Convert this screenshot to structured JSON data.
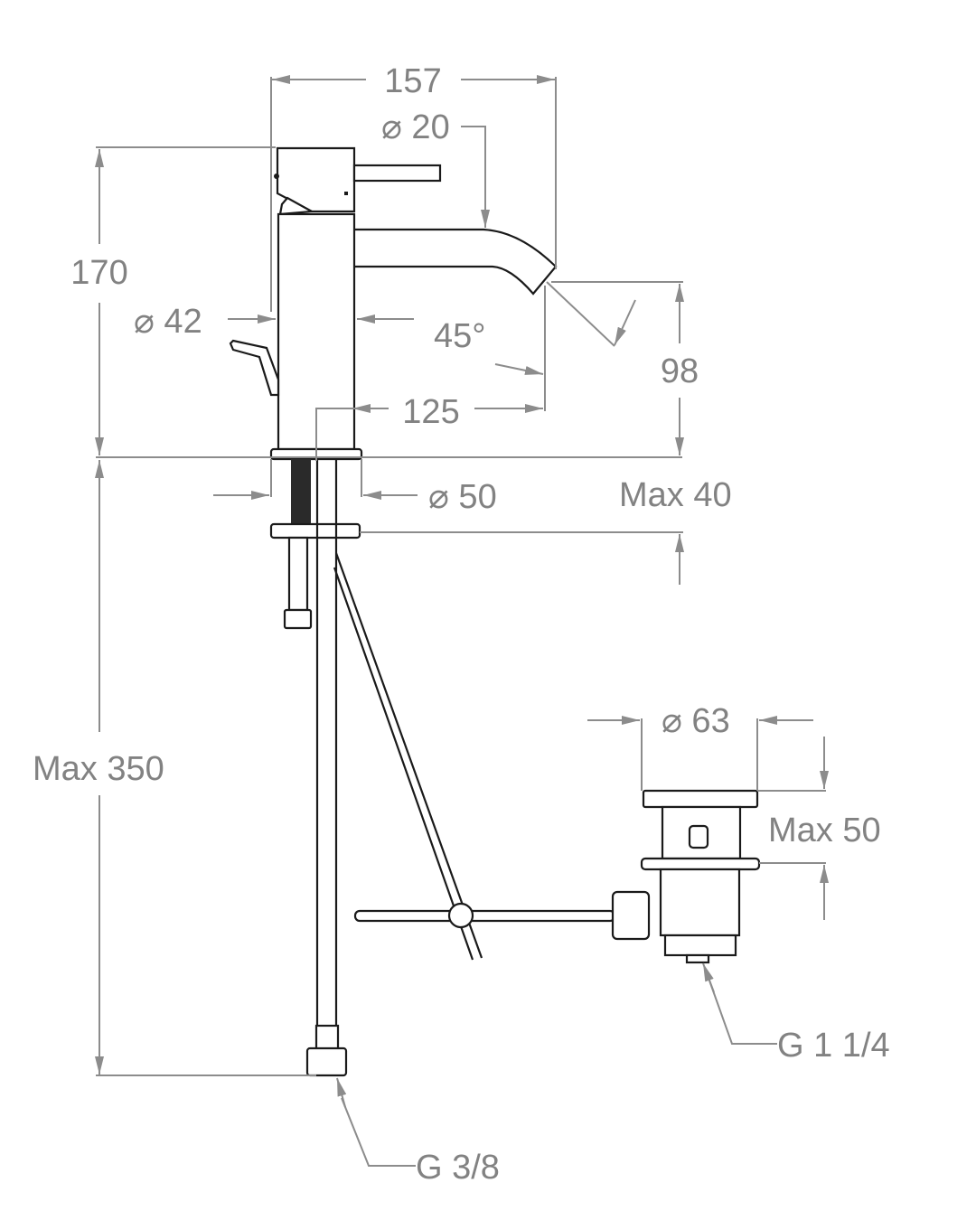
{
  "title": "Basin mixer dimension drawing",
  "dimensions": {
    "width_total": "157",
    "spout_diameter": "⌀ 20",
    "height_total": "170",
    "body_diameter": "⌀ 42",
    "spout_angle": "45°",
    "spout_height": "98",
    "spout_reach": "125",
    "base_diameter": "⌀ 50",
    "max_deck_thickness": "Max 40",
    "max_hose_length": "Max 350",
    "waste_diameter": "⌀ 63",
    "max_basin_thickness": "Max 50",
    "waste_thread": "G 1 1/4",
    "supply_thread": "G 3/8"
  },
  "colors": {
    "dimension": "#8c8c8c",
    "outline": "#1a1a1a",
    "text": "#828282"
  }
}
